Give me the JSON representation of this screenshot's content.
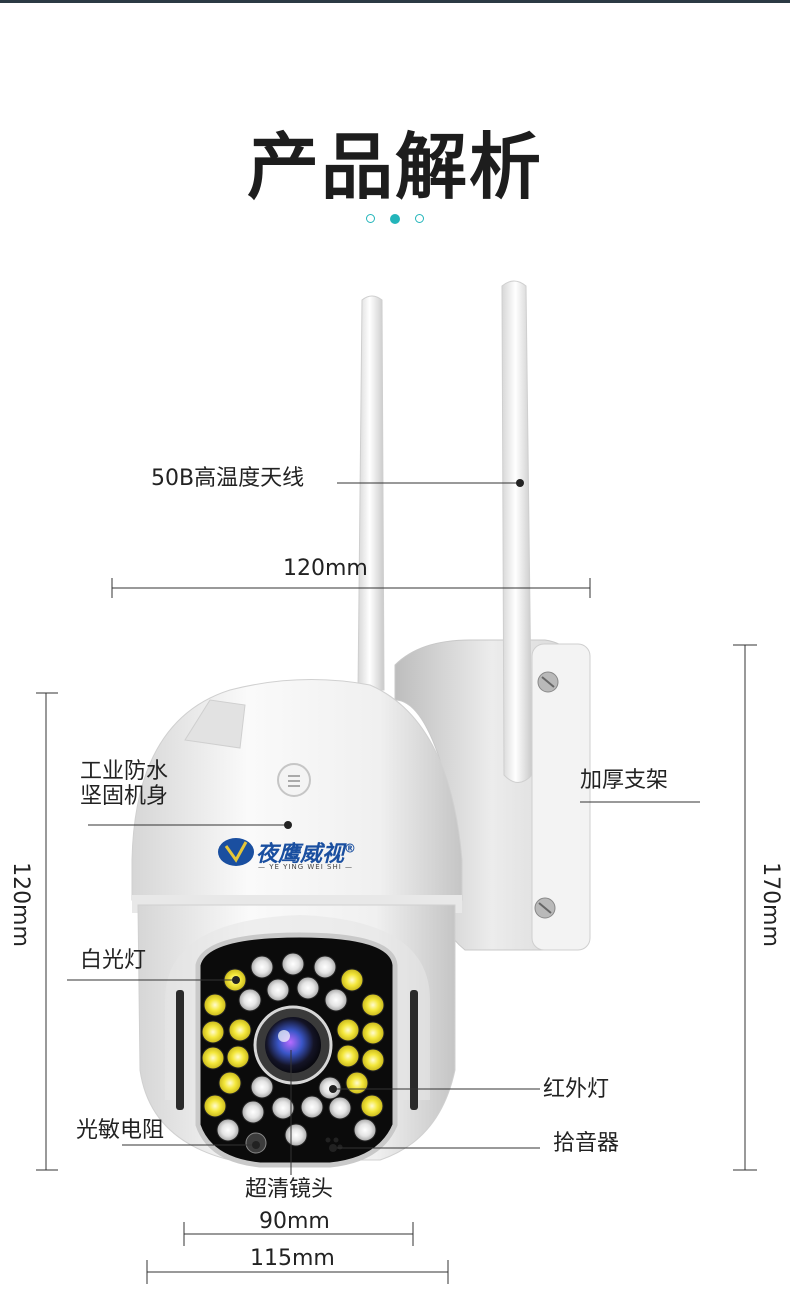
{
  "title": "产品解析",
  "labels": {
    "antenna": "50B高温度天线",
    "width_top": "120mm",
    "body_line1": "工业防水",
    "body_line2": "坚固机身",
    "bracket": "加厚支架",
    "height_left": "120mm",
    "height_right": "170mm",
    "white_light": "白光灯",
    "ir_light": "红外灯",
    "photoresistor": "光敏电阻",
    "microphone": "拾音器",
    "lens": "超清镜头",
    "lens_width": "90mm",
    "base_width": "115mm"
  },
  "brand": {
    "name": "夜鹰威视",
    "registered": "®",
    "pinyin": "— YE YING WEI SHI —"
  },
  "colors": {
    "accent": "#23b5ba",
    "led_yellow": "#f2e63a",
    "led_white": "#e6e6e6",
    "brand_blue": "#1a4fa0"
  }
}
